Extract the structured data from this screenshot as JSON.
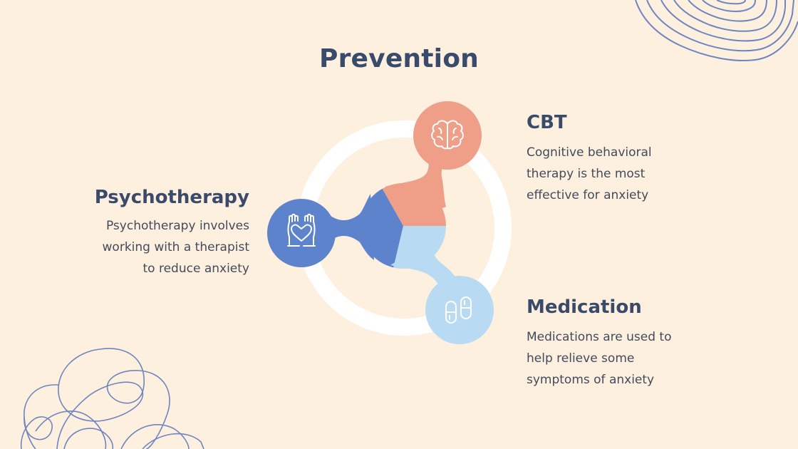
{
  "title": "Prevention",
  "colors": {
    "background": "#fdf0df",
    "title": "#3a4a6b",
    "ring": "#ffffff",
    "cbt": "#ef9f88",
    "psychotherapy": "#5e83cd",
    "medication": "#b8dbf3",
    "doodle": "#6f84c0"
  },
  "items": [
    {
      "id": "psychotherapy",
      "heading": "Psychotherapy",
      "icon": "hands-heart-icon",
      "lines": [
        "Psychotherapy involves",
        "working with a therapist",
        "to reduce anxiety"
      ]
    },
    {
      "id": "cbt",
      "heading": "CBT",
      "icon": "brain-icon",
      "lines": [
        "Cognitive behavioral",
        "therapy is the most",
        "effective for anxiety"
      ]
    },
    {
      "id": "medication",
      "heading": "Medication",
      "icon": "pills-icon",
      "lines": [
        "Medications are used to",
        "help relieve some",
        "symptoms of anxiety"
      ]
    }
  ]
}
